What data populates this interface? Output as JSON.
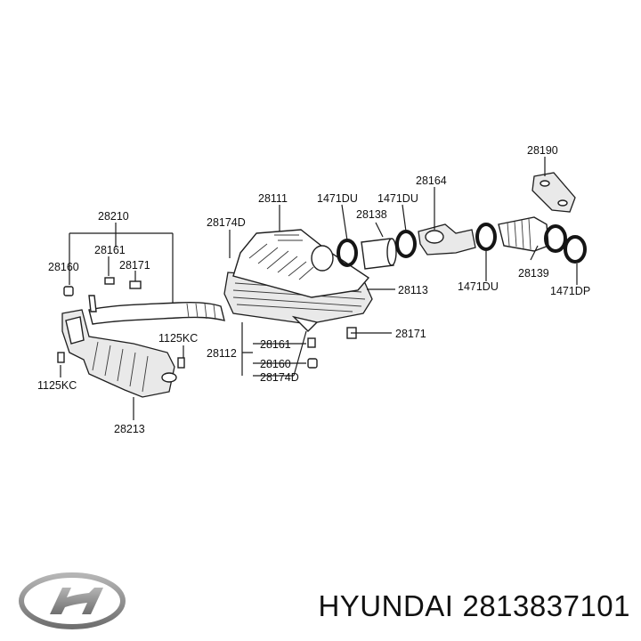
{
  "diagram": {
    "labels": {
      "p28190": "28190",
      "p28164": "28164",
      "p28111": "28111",
      "p1471du_a": "1471DU",
      "p1471du_b": "1471DU",
      "p28138": "28138",
      "p28174d_top": "28174D",
      "p28210": "28210",
      "p28161_left": "28161",
      "p28160_left": "28160",
      "p28171_left": "28171",
      "p28113": "28113",
      "p1471du_c": "1471DU",
      "p28139": "28139",
      "p1471dp": "1471DP",
      "p1125kc_mid": "1125KC",
      "p28171_right": "28171",
      "p28112": "28112",
      "p28161_bottom": "28161",
      "p28160_bottom": "28160",
      "p28174d_bottom": "28174D",
      "p1125kc_left": "1125KC",
      "p28213": "28213"
    }
  },
  "footer": {
    "brand": "HYUNDAI",
    "part_number": "2813837101"
  },
  "icons": {
    "logo": "hyundai-logo-icon"
  },
  "colors": {
    "line": "#1a1a1a",
    "logo": "#8a8a8a"
  }
}
